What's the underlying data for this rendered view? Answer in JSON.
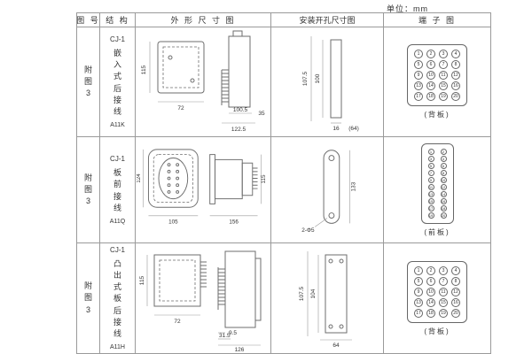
{
  "unit_label": "单位：mm",
  "header": {
    "fig": "图 号",
    "structure": "结 构",
    "outline": "外 形 尺 寸 图",
    "install": "安装开孔尺寸图",
    "terminal": "端 子 图"
  },
  "rows": [
    {
      "fig_no": "附图3",
      "model": "CJ-1",
      "desc": "嵌入式后接线",
      "code": "A11K",
      "outline_dims": {
        "front_h": "115",
        "front_w": "72",
        "side_w1": "100.5",
        "side_w2": "122.5",
        "side_d": "35"
      },
      "install_dims": {
        "v1": "107.5",
        "v2": "100",
        "h1": "16",
        "h2": "(64)"
      },
      "terminal": {
        "caption": "(背板)",
        "numbers": [
          1,
          2,
          3,
          4,
          5,
          6,
          7,
          8,
          9,
          10,
          11,
          12,
          13,
          14,
          15,
          16,
          17,
          18,
          19,
          20
        ]
      }
    },
    {
      "fig_no": "附图3",
      "model": "CJ-1",
      "desc": "板前接线",
      "code": "A11Q",
      "outline_dims": {
        "front_h": "124",
        "front_w": "105",
        "side_w": "156",
        "side_h": "115"
      },
      "install_dims": {
        "v1": "133",
        "hole": "2-Φ5"
      },
      "terminal": {
        "caption": "(前板)",
        "numbers": [
          1,
          2,
          3,
          4,
          5,
          6,
          7,
          8,
          9,
          10,
          11,
          12,
          13,
          14,
          15,
          16,
          17,
          18,
          19,
          20
        ]
      }
    },
    {
      "fig_no": "附图3",
      "model": "CJ-1",
      "desc": "凸出式板后接线",
      "code": "A11H",
      "outline_dims": {
        "front_h": "115",
        "front_w": "72",
        "pin1": "9.5",
        "pin2": "31.5",
        "side_w": "126"
      },
      "install_dims": {
        "v1": "107.5",
        "v2": "104",
        "h1": "64"
      },
      "terminal": {
        "caption": "(背板)",
        "numbers": [
          1,
          2,
          3,
          4,
          5,
          6,
          7,
          8,
          9,
          10,
          11,
          12,
          13,
          14,
          15,
          16,
          17,
          18,
          19,
          20
        ]
      }
    }
  ]
}
